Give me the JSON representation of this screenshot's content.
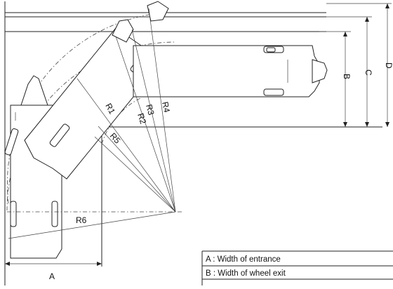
{
  "radius_labels": [
    "R1",
    "R2",
    "R3",
    "R4",
    "R5",
    "R6"
  ],
  "dimension_labels": {
    "a": "A",
    "b": "B",
    "c": "C",
    "d": "D"
  },
  "legend": [
    {
      "text": "A : Width of entrance"
    },
    {
      "text": "B : Width of wheel exit"
    }
  ]
}
